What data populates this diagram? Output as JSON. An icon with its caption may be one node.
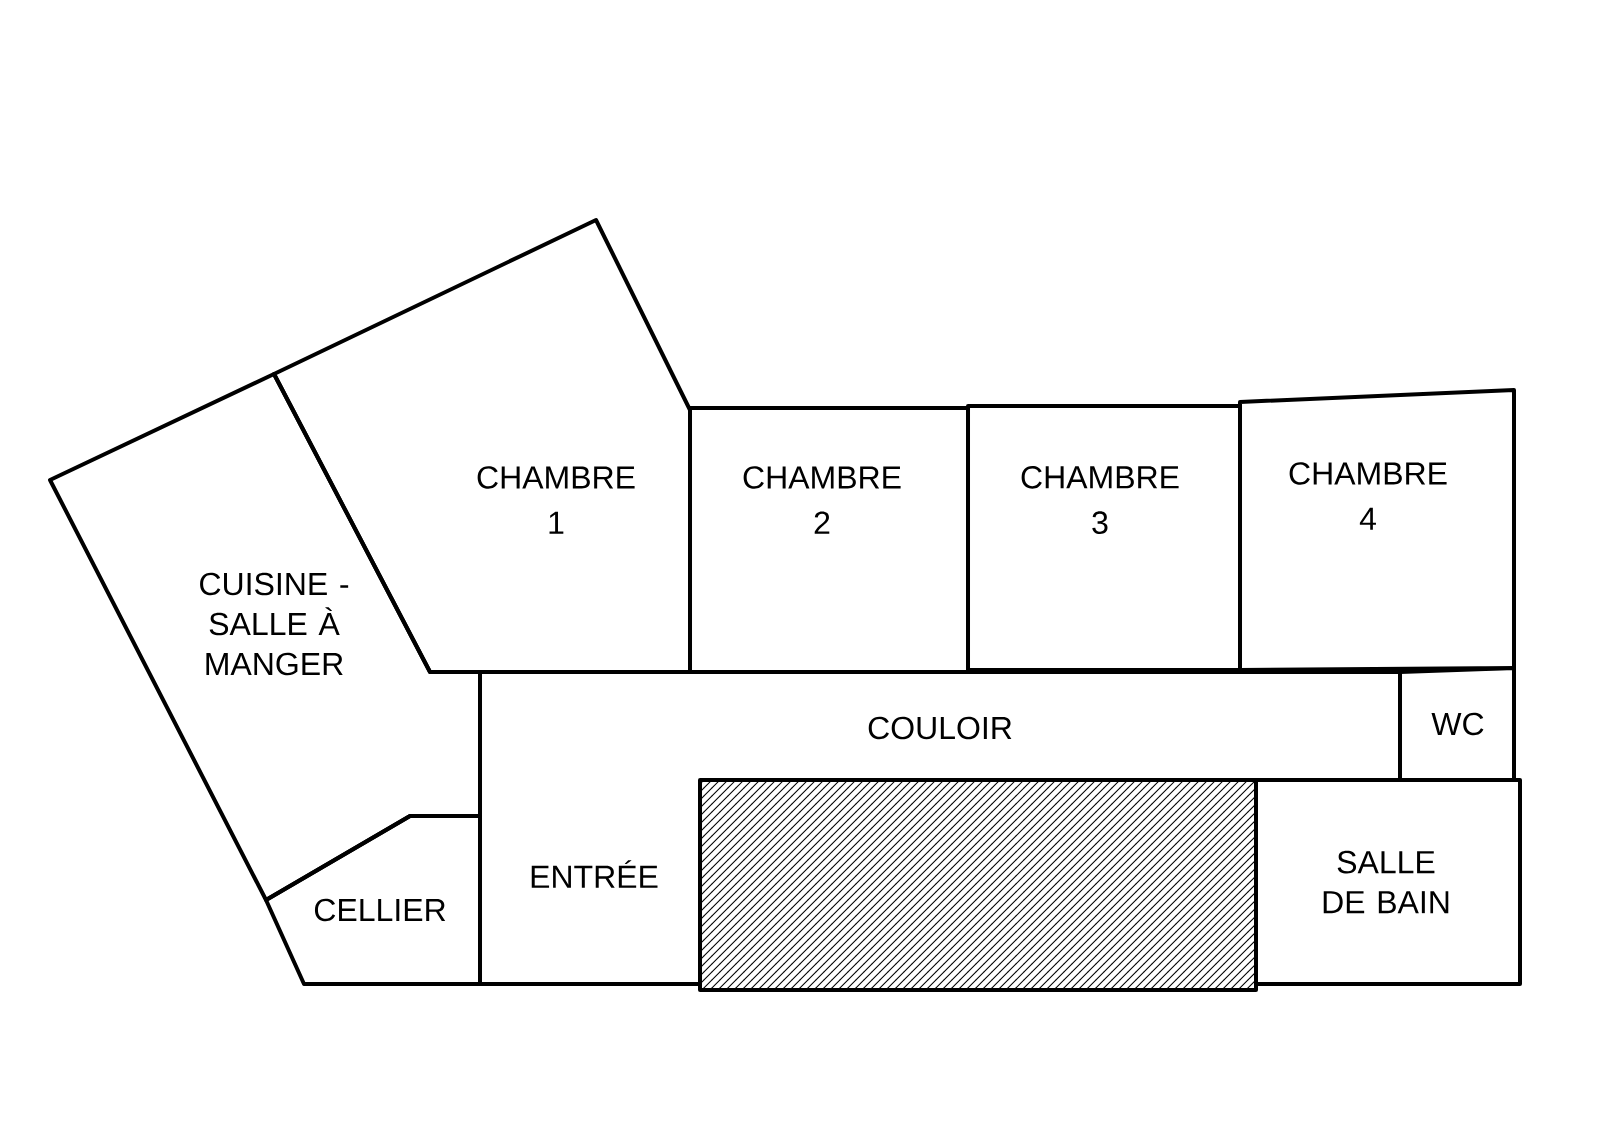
{
  "diagram": {
    "nodes": [
      {
        "text": [
          "CUISINE - SALLE À MANGER"
        ]
      },
      {
        "text": [
          "CHAMBRE",
          "1"
        ]
      },
      {
        "text": [
          "CHAMBRE",
          "2"
        ]
      },
      {
        "text": [
          "CHAMBRE",
          "3"
        ]
      },
      {
        "text": [
          "CHAMBRE",
          "4"
        ]
      },
      {
        "text": [
          "COULOIR"
        ]
      },
      {
        "text": [
          "WC"
        ]
      },
      {
        "text": [
          "CELLIER"
        ]
      },
      {
        "text": [
          "ENTRÉE"
        ]
      },
      {
        "text": [],
        "shape": "box"
      },
      {
        "text": [
          "SALLE DE BAIN"
        ]
      }
    ]
  }
}
